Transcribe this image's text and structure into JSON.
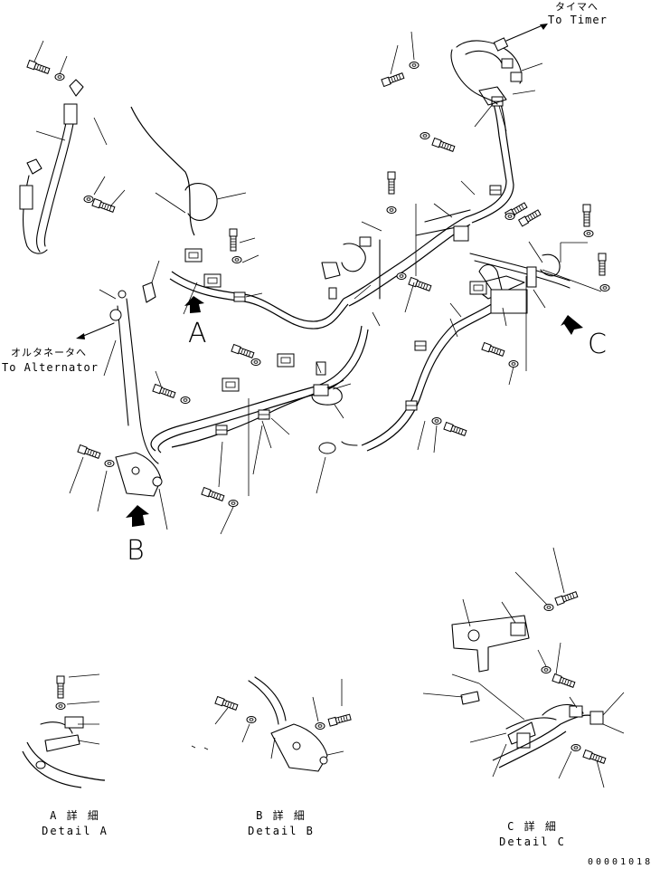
{
  "labels": {
    "to_timer_jp": "タイマへ",
    "to_timer_en": "To Timer",
    "to_alternator_jp": "オルタネータへ",
    "to_alternator_en": "To Alternator",
    "view_a": "A",
    "view_b": "B",
    "view_c": "C",
    "detail_a_jp": "A 詳 細",
    "detail_a_en": "Detail A",
    "detail_b_jp": "B 詳 細",
    "detail_b_en": "Detail B",
    "detail_c_jp": "C 詳 細",
    "detail_c_en": "Detail C",
    "drawing_code": "00001018"
  },
  "style": {
    "ink": "#000000",
    "paper": "#ffffff"
  }
}
